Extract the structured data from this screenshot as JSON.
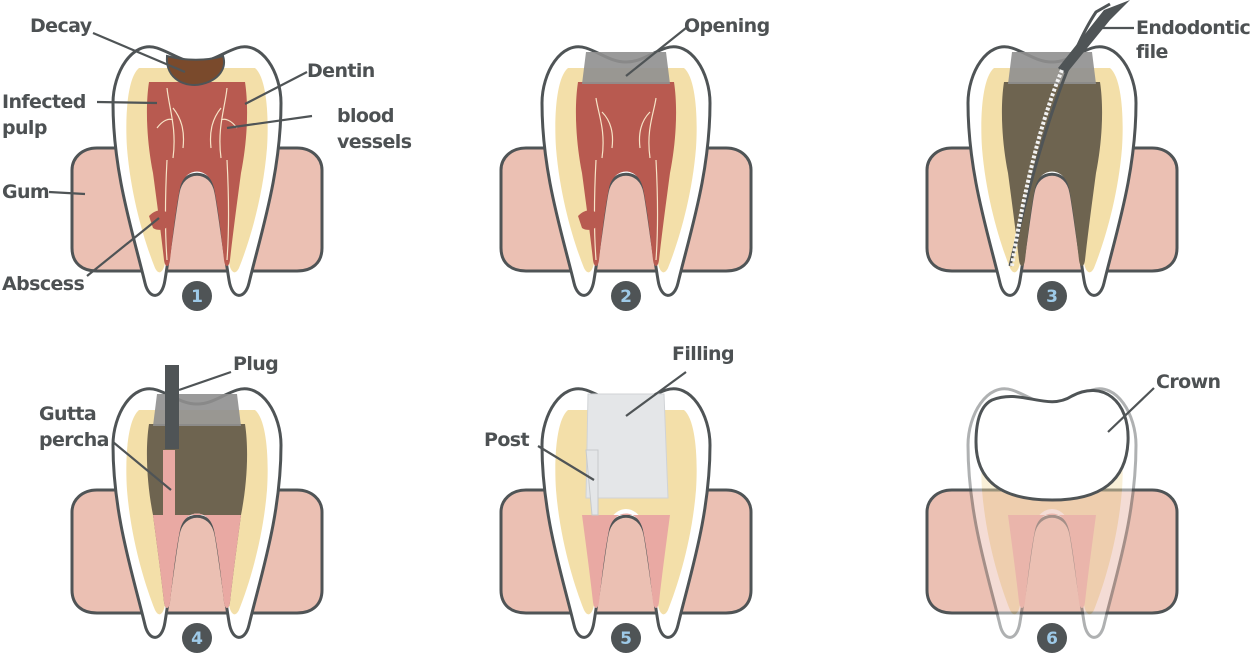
{
  "colors": {
    "gum": "#ebc0b3",
    "outline": "#4f5456",
    "enamel": "#ffffff",
    "dentin": "#f3dfa9",
    "infected_pulp": "#b85a50",
    "decay": "#7a4a2c",
    "opening": "#8f8f8f",
    "cleaned_canal": "#6e6450",
    "gutta_percha": "#e9a9a3",
    "filling": "#e4e6e8",
    "step_number": "#9ecae8"
  },
  "steps": [
    {
      "number": "1",
      "labels": {
        "decay": "Decay",
        "dentin": "Dentin",
        "infected_pulp_line1": "Infected",
        "infected_pulp_line2": "pulp",
        "blood_vessels_line1": "blood",
        "blood_vessels_line2": "vessels",
        "gum": "Gum",
        "abscess": "Abscess"
      }
    },
    {
      "number": "2",
      "labels": {
        "opening": "Opening"
      }
    },
    {
      "number": "3",
      "labels": {
        "file_line1": "Endodontic",
        "file_line2": "file"
      }
    },
    {
      "number": "4",
      "labels": {
        "plug": "Plug",
        "gutta_line1": "Gutta",
        "gutta_line2": "percha"
      }
    },
    {
      "number": "5",
      "labels": {
        "filling": "Filling",
        "post": "Post"
      }
    },
    {
      "number": "6",
      "labels": {
        "crown": "Crown"
      }
    }
  ]
}
